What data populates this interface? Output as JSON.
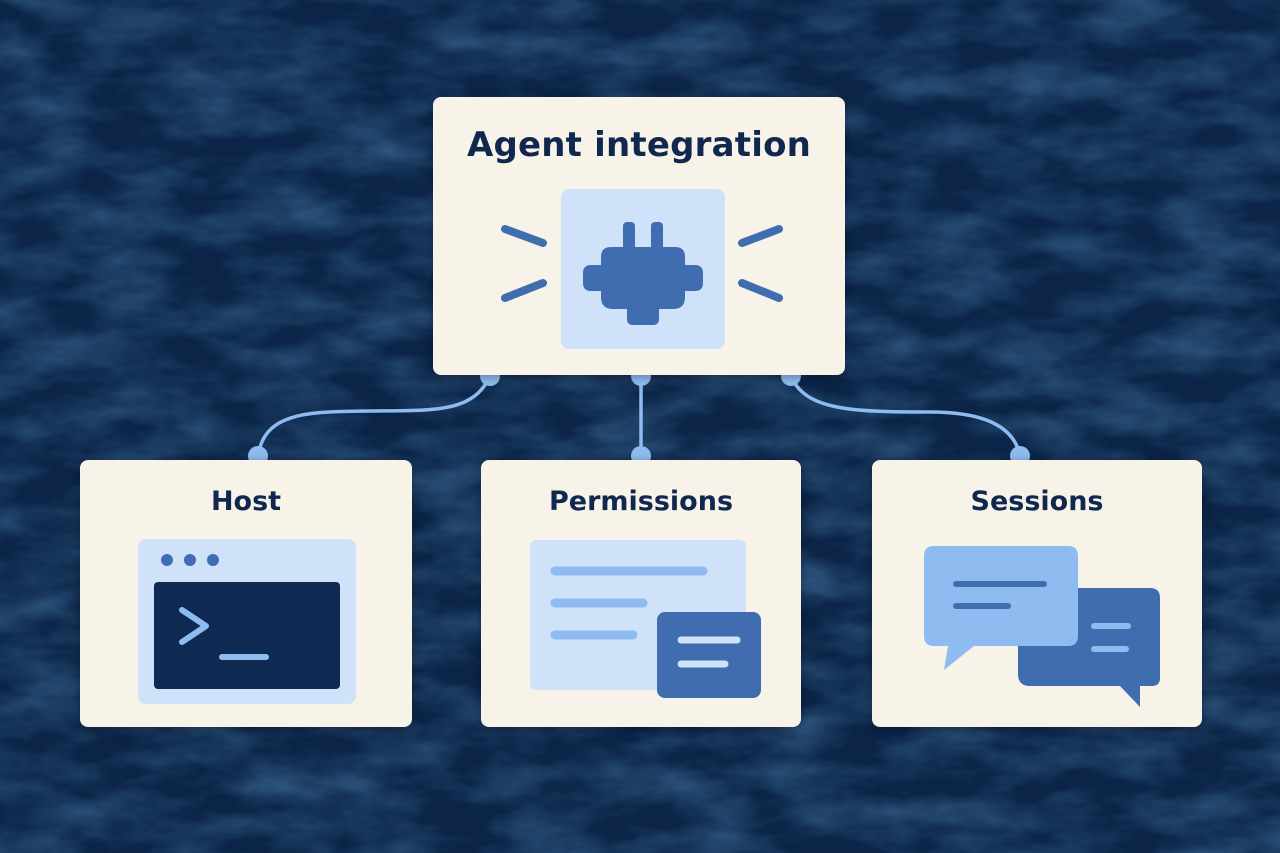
{
  "diagram": {
    "root": {
      "title": "Agent integration",
      "icon": "plug-icon"
    },
    "children": [
      {
        "id": "host",
        "title": "Host",
        "icon": "terminal-window-icon"
      },
      {
        "id": "permissions",
        "title": "Permissions",
        "icon": "permissions-panel-icon"
      },
      {
        "id": "sessions",
        "title": "Sessions",
        "icon": "chat-bubbles-icon"
      }
    ]
  },
  "colors": {
    "background": "#0b2447",
    "card": "#f7f3e8",
    "title_text": "#10284f",
    "accent_light": "#cfe2fa",
    "accent_mid": "#8ebcf0",
    "accent_dark": "#3f6db0",
    "deep_navy": "#0f2a52",
    "connector": "#8ebcf0"
  }
}
